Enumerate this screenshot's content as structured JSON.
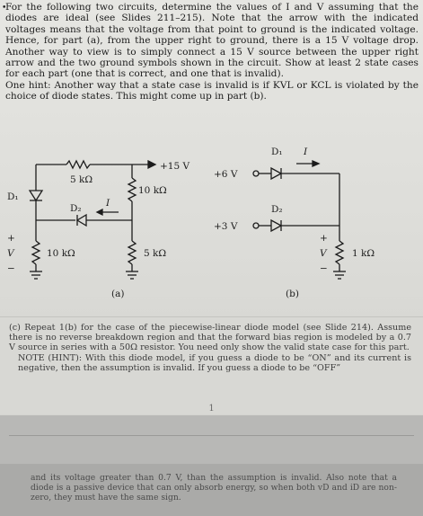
{
  "problem": {
    "bullet": "•",
    "text": "For the following two circuits, determine the values of I and V assuming that the diodes are ideal (see Slides 211–215). Note that the arrow with the indicated voltages means that the voltage from that point to ground is the indicated voltage. Hence, for part (a), from the upper right to ground, there is a 15 V voltage drop. Another way to view is to simply connect a 15 V source between the upper right arrow and the two ground symbols shown in the circuit. Show at least 2 state cases for each part (one that is correct, and one that is invalid).",
    "hint": "One hint: Another way that a state case is invalid is if KVL or KCL is violated by the choice of diode states. This might come up in part (b)."
  },
  "circuit_a": {
    "r_top": "5 kΩ",
    "supply": "+15 V",
    "r_mid": "10 kΩ",
    "d1": "D₁",
    "d2": "D₂",
    "current": "I",
    "plus": "+",
    "v": "V",
    "minus": "−",
    "r_left": "10 kΩ",
    "r_right": "5 kΩ",
    "label": "(a)"
  },
  "circuit_b": {
    "d1": "D₁",
    "current": "I",
    "v6": "+6 V",
    "d2": "D₂",
    "v3": "+3 V",
    "plus": "+",
    "v": "V",
    "minus": "−",
    "r": "1 kΩ",
    "label": "(b)"
  },
  "part_c": {
    "text": "(c) Repeat 1(b) for the case of the piecewise-linear diode model (see Slide 214). Assume there is no reverse breakdown region and that the forward bias region is modeled by a 0.7 V source in series with a 50Ω resistor. You need only show the valid state case for this part.",
    "note": "NOTE (HINT): With this diode model, if you guess a diode to be “ON” and its current is negative, then the assumption is invalid. If you guess a diode to be “OFF”",
    "page_number": "1"
  },
  "continuation": {
    "text": "and its voltage greater than 0.7 V, than the assumption is invalid. Also note that a diode is a passive device that can only absorb energy, so when both vD and iD are non-zero, they must have the same sign."
  }
}
